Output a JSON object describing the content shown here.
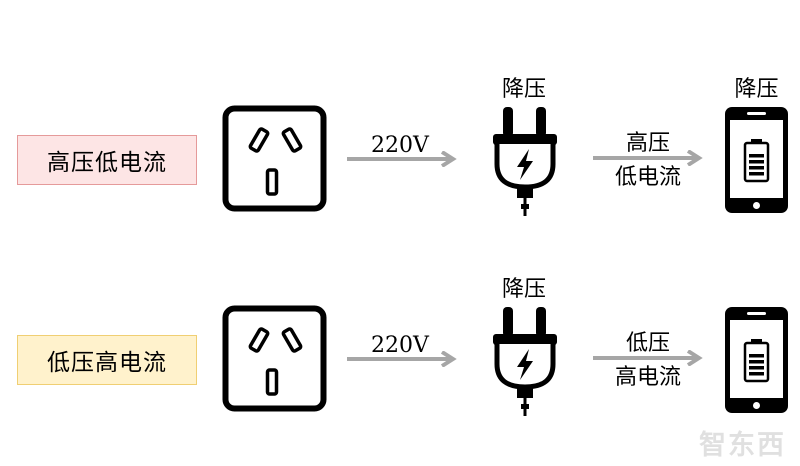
{
  "diagram": {
    "rows": [
      {
        "label": "高压低电流",
        "label_bg": "#fde5e5",
        "label_border": "#e59a9a",
        "input_voltage": "220V",
        "plug_caption": "降压",
        "output_top": "高压",
        "output_bottom": "低电流",
        "phone_caption": "降压"
      },
      {
        "label": "低压高电流",
        "label_bg": "#fff2cc",
        "label_border": "#f0cf73",
        "input_voltage": "220V",
        "plug_caption": "降压",
        "output_top": "低压",
        "output_bottom": "高电流"
      }
    ]
  },
  "icons": [
    "socket-icon",
    "arrow-right-icon",
    "plug-icon",
    "lightning-icon",
    "phone-icon",
    "battery-icon"
  ],
  "colors": {
    "arrow": "#a6a6a6",
    "icon": "#000000",
    "background": "#ffffff"
  },
  "watermark": "智东西"
}
